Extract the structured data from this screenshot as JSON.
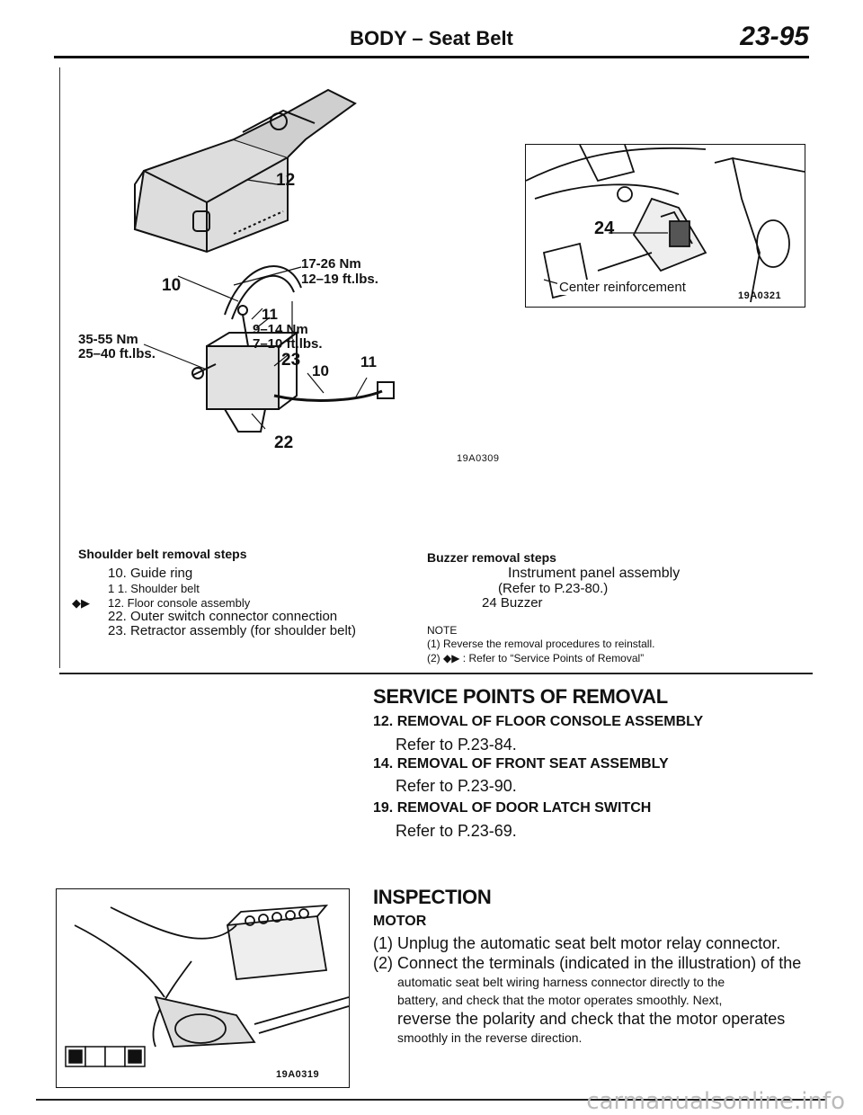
{
  "header": {
    "title": "BODY – Seat Belt",
    "page": "23-95"
  },
  "figure_left": {
    "callouts": {
      "c12_top": "12",
      "c17_26": "17-26 Nm",
      "c12_19": "12–19 ft.lbs.",
      "c10_left": "10",
      "c11_top": "11",
      "c9_14": "9–14 Nm",
      "c7_10": "7–10 ft.lbs.",
      "c35_55": "35-55 Nm",
      "c25_40": "25–40 ft.lbs.",
      "c23": "23",
      "c10_mid": "10",
      "c11_right": "11",
      "c22": "22"
    },
    "code": "19A0309"
  },
  "figure_right": {
    "callout_24": "24",
    "label_center": "Center reinforcement",
    "code": "19A0321"
  },
  "shoulder": {
    "heading": "Shoulder belt removal steps",
    "steps": [
      "10. Guide ring",
      "1 1. Shoulder belt",
      "12. Floor console assembly",
      "22. Outer switch connector connection",
      "23. Retractor assembly (for shoulder belt)"
    ],
    "marker": "◆▶"
  },
  "buzzer": {
    "heading": "Buzzer removal steps",
    "steps": [
      "Instrument panel assembly",
      "(Refer to P.23-80.)",
      "24 Buzzer"
    ],
    "note_label": "NOTE",
    "notes": [
      "(1) Reverse the removal procedures to reinstall.",
      "(2) ◆▶ : Refer to “Service Points of Removal”"
    ]
  },
  "service": {
    "heading": "SERVICE POINTS OF REMOVAL",
    "items": [
      {
        "title": "12. REMOVAL OF FLOOR CONSOLE ASSEMBLY",
        "ref": "Refer to P.23-84."
      },
      {
        "title": "14. REMOVAL OF FRONT SEAT ASSEMBLY",
        "ref": "Refer to P.23-90."
      },
      {
        "title": "19. REMOVAL OF DOOR LATCH SWITCH",
        "ref": "Refer to P.23-69."
      }
    ]
  },
  "inspection": {
    "heading": "INSPECTION",
    "sub": "MOTOR",
    "p1": "(1) Unplug the automatic seat belt motor relay connector.",
    "p2a": "(2) Connect the terminals (indicated in the illustration) of the",
    "p2b": "automatic seat belt wiring harness connector directly to the",
    "p2c": "battery, and check that the motor operates smoothly. Next,",
    "p2d": "reverse the polarity and check that the motor operates",
    "p2e": "smoothly in the reverse direction."
  },
  "figure_bottom": {
    "code": "19A0319"
  },
  "footer": {
    "watermark": "carmanualsonline.info"
  }
}
